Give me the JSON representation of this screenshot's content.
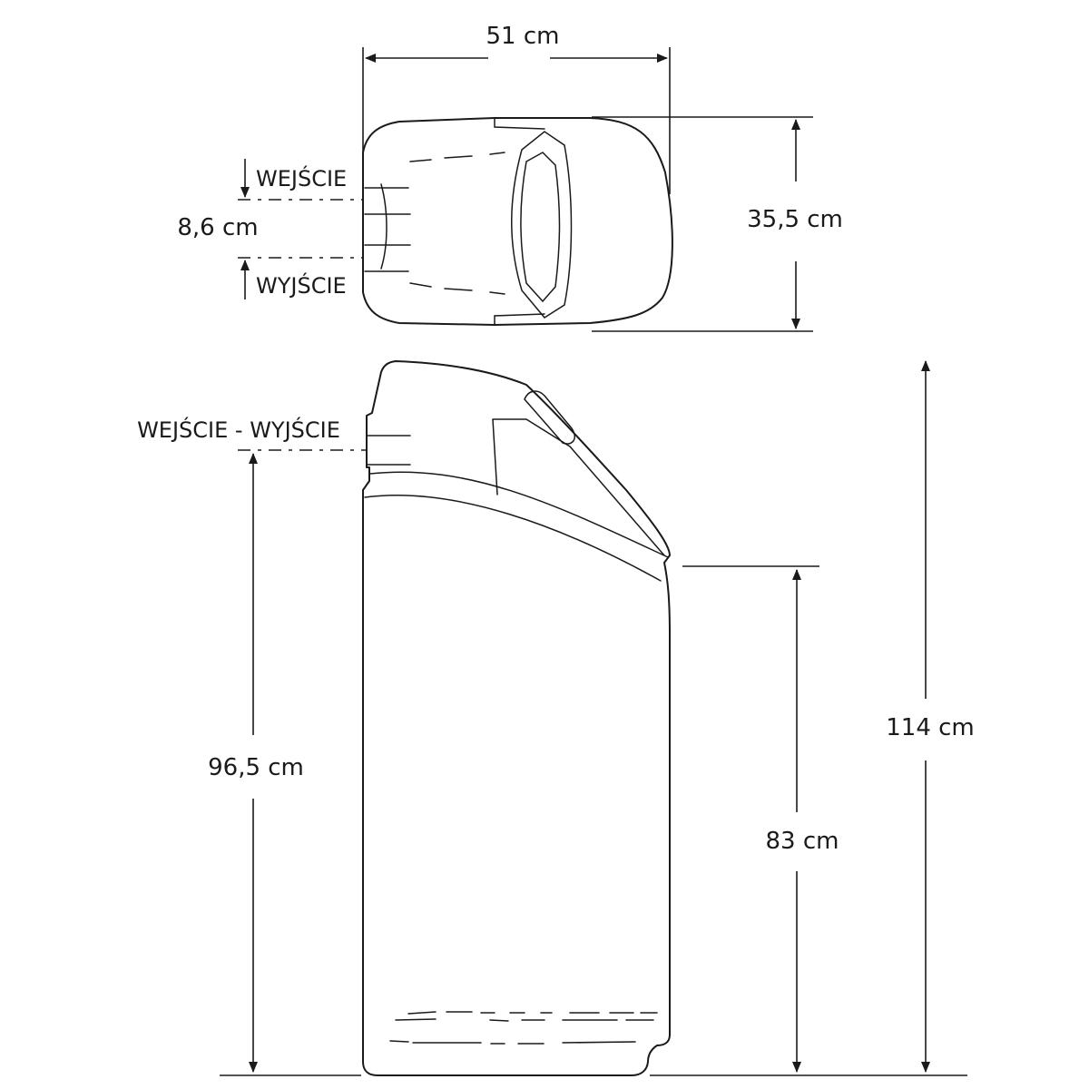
{
  "top_view": {
    "width_label": "51 cm",
    "depth_label": "35,5 cm",
    "port_spacing_label": "8,6 cm",
    "inlet_label": "WEJŚCIE",
    "outlet_label": "WYJŚCIE"
  },
  "side_view": {
    "ports_label": "WEJŚCIE - WYJŚCIE",
    "port_height_label": "96,5 cm",
    "lid_height_label": "83 cm",
    "total_height_label": "114 cm"
  }
}
